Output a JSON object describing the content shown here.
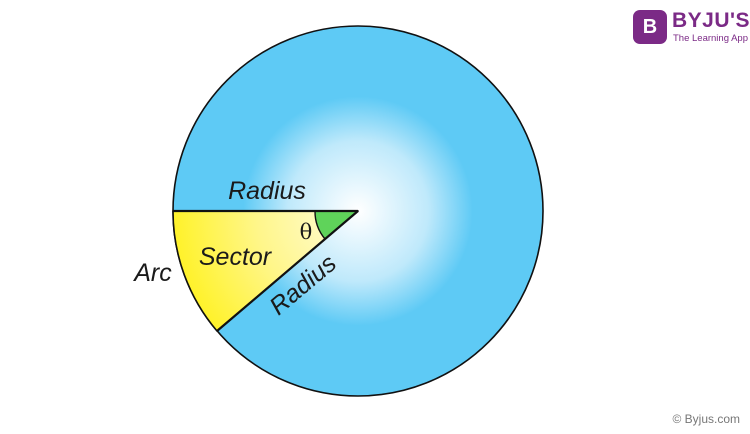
{
  "labels": {
    "radius_top": "Radius",
    "radius_diagonal": "Radius",
    "sector": "Sector",
    "arc": "Arc",
    "angle": "θ"
  },
  "logo": {
    "badge": "B",
    "name": "BYJU'S",
    "tagline": "The Learning App"
  },
  "copyright": "© Byjus.com",
  "colors": {
    "circle_fill": "#5ecaf5",
    "circle_center": "#ffffff",
    "circle_stroke": "#111111",
    "sector_fill": "#fff22a",
    "sector_light": "#fffde0",
    "angle_fill": "#5fd35a",
    "logo_purple": "#7b2a86"
  }
}
